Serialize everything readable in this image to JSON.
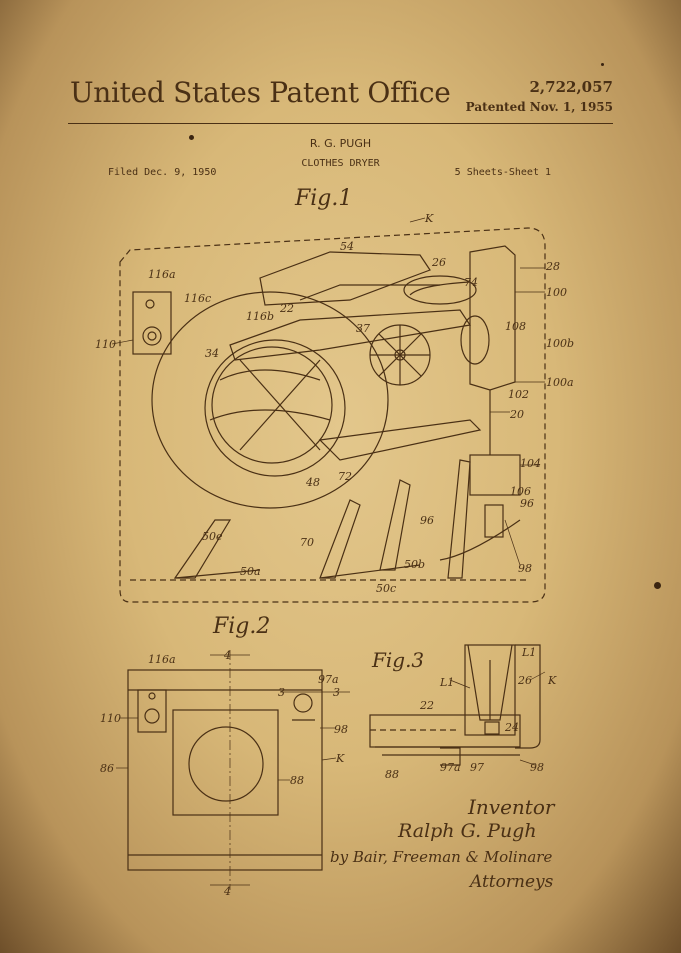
{
  "header": {
    "office": "United States Patent Office",
    "patent_number": "2,722,057",
    "patented_date": "Patented Nov. 1, 1955"
  },
  "meta": {
    "inventor": "R. G. PUGH",
    "invention": "CLOTHES DRYER",
    "filed": "Filed Dec. 9, 1950",
    "sheets": "5 Sheets-Sheet 1"
  },
  "figures": {
    "fig1": "Fig.1",
    "fig2": "Fig.2",
    "fig3": "Fig.3"
  },
  "signature": {
    "inventor_heading": "Inventor",
    "inventor_name": "Ralph G. Pugh",
    "attorneys_line": "by Bair, Freeman & Molinare",
    "attorneys_heading": "Attorneys"
  },
  "fig1_refs": [
    "K",
    "54",
    "26",
    "28",
    "116a",
    "116c",
    "116b",
    "22",
    "74",
    "100",
    "110",
    "34",
    "37",
    "108",
    "100b",
    "102",
    "100a",
    "20",
    "104",
    "106",
    "96",
    "98",
    "50e",
    "50a",
    "50b",
    "50c",
    "70",
    "72",
    "48"
  ],
  "fig2_refs": [
    "4",
    "116a",
    "97a",
    "3",
    "110",
    "98",
    "86",
    "K",
    "88"
  ],
  "fig3_refs": [
    "L1",
    "26",
    "K",
    "22",
    "24",
    "88",
    "97a",
    "97",
    "98"
  ],
  "colors": {
    "paper": "#d8b878",
    "ink": "#4a3015"
  }
}
